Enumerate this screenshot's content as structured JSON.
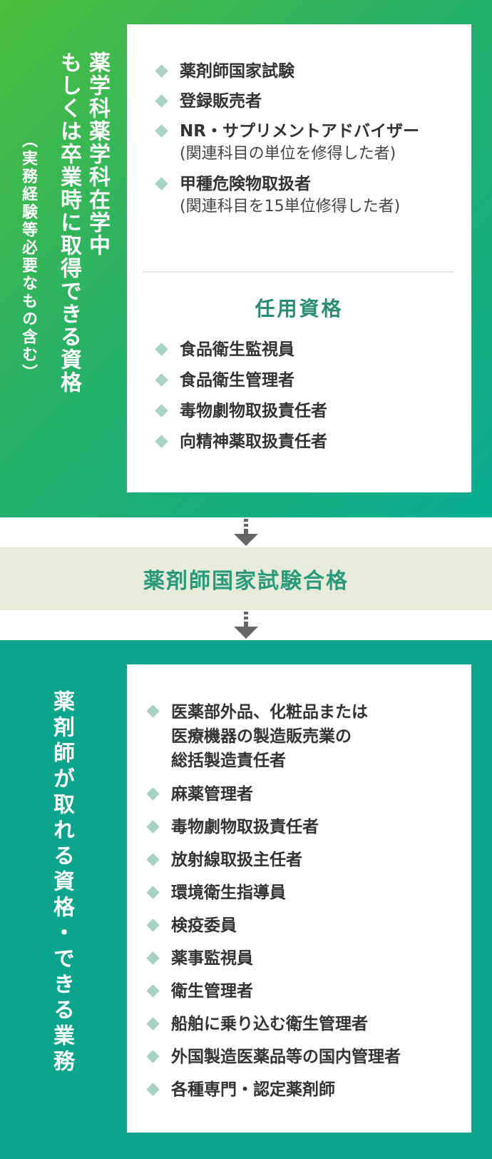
{
  "top_panel": {
    "title_line1": "薬学科薬学科在学中",
    "title_line2": "もしくは卒業時に取得できる資格",
    "title_note": "（実務経験等必要なもの含む）",
    "qualifications": [
      {
        "label": "薬剤師国家試験",
        "note": ""
      },
      {
        "label": "登録販売者",
        "note": ""
      },
      {
        "label": "NR・サプリメントアドバイザー",
        "note": "(関連科目の単位を修得した者)"
      },
      {
        "label": "甲種危険物取扱者",
        "note": "(関連科目を15単位修得した者)"
      }
    ],
    "appointment_heading": "任用資格",
    "appointment_items": [
      "食品衛生監視員",
      "食品衛生管理者",
      "毒物劇物取扱責任者",
      "向精神薬取扱責任者"
    ]
  },
  "pass_bar": {
    "label": "薬剤師国家試験合格"
  },
  "bottom_panel": {
    "title": "薬剤師が取れる資格・できる業務",
    "items": [
      "医薬部外品、化粧品または\n医療機器の製造販売業の\n総括製造責任者",
      "麻薬管理者",
      "毒物劇物取扱責任者",
      "放射線取扱主任者",
      "環境衛生指導員",
      "検疫委員",
      "薬事監視員",
      "衛生管理者",
      "船舶に乗り込む衛生管理者",
      "外国製造医薬品等の国内管理者",
      "各種専門・認定薬剤師"
    ]
  },
  "colors": {
    "top_gradient_start": "#4cbf3c",
    "top_gradient_end": "#0aae93",
    "bottom_panel": "#0ba48c",
    "pass_bar_bg": "#e6ecd9",
    "accent_text": "#2a8c74",
    "bullet": "#a8d2c6",
    "arrow": "#666666"
  },
  "icons": {
    "bullet": "diamond-bullet-icon",
    "flow_arrow": "down-arrow-icon"
  }
}
